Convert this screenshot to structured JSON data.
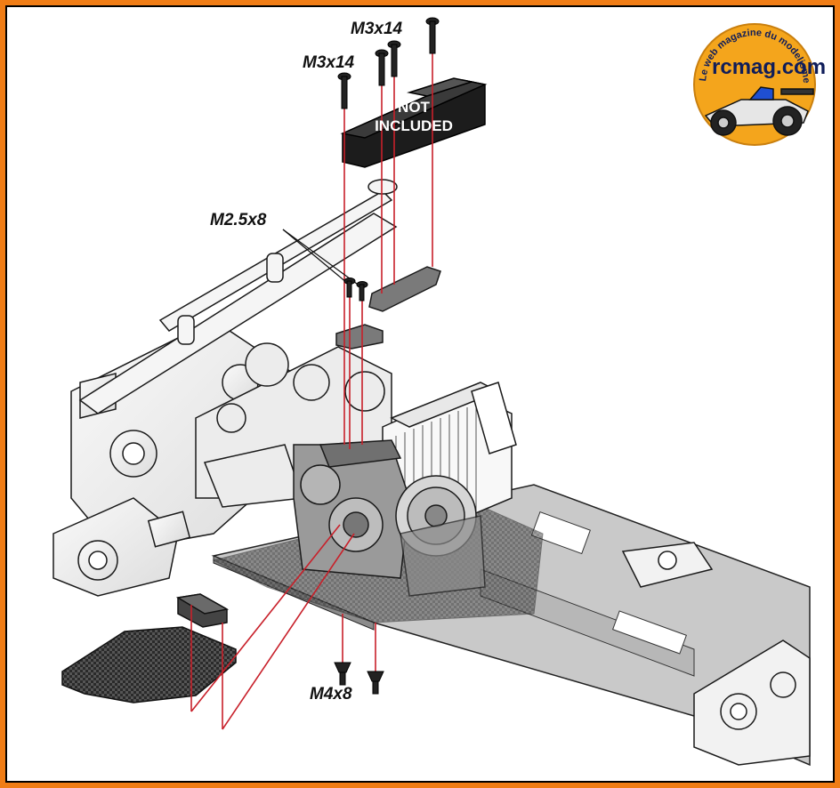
{
  "labels": {
    "screw_top_right": "M3x14",
    "screw_top_left": "M3x14",
    "screw_mid": "M2.5x8",
    "screw_bottom": "M4x8",
    "not_included": [
      "NOT",
      "INCLUDED"
    ]
  },
  "logo": {
    "brand": "rcmag.com",
    "tagline": "Le web magazine du modelisme"
  },
  "colors": {
    "frame": "#f07d16",
    "guide_line": "#c8202a",
    "logo_disc": "#f4a51c",
    "logo_text": "#0f1d5a"
  }
}
